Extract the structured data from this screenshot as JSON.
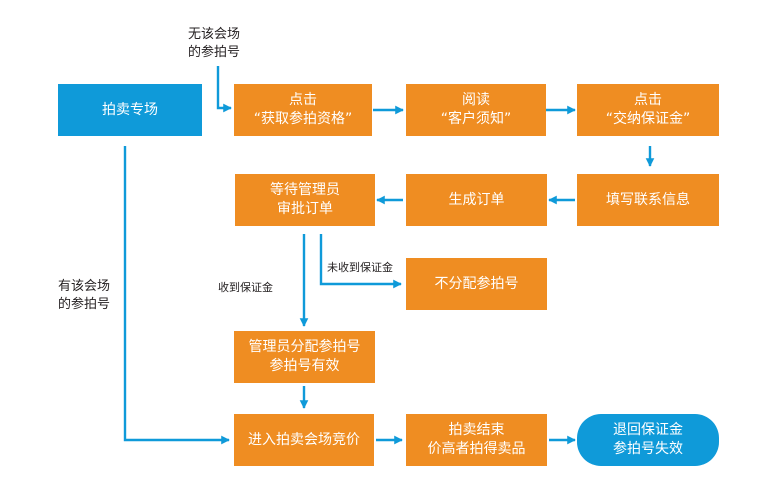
{
  "nodes": {
    "auction_zone": "拍卖专场",
    "click_get_qualification": {
      "line1": "点击",
      "line2": "“获取参拍资格”"
    },
    "read_notice": {
      "line1": "阅读",
      "line2": "“客户须知”"
    },
    "click_pay_deposit": {
      "line1": "点击",
      "line2": "“交纳保证金”"
    },
    "fill_contact": "填写联系信息",
    "generate_order": "生成订单",
    "wait_approval": {
      "line1": "等待管理员",
      "line2": "审批订单"
    },
    "no_number": "不分配参拍号",
    "assign_number": {
      "line1": "管理员分配参拍号",
      "line2": "参拍号有效"
    },
    "enter_bidding": "进入拍卖会场竞价",
    "auction_end": {
      "line1": "拍卖结束",
      "line2": "价高者拍得卖品"
    },
    "refund": {
      "line1": "退回保证金",
      "line2": "参拍号失效"
    }
  },
  "labels": {
    "no_venue_number": {
      "line1": "无该会场",
      "line2": "的参拍号"
    },
    "has_venue_number": {
      "line1": "有该会场",
      "line2": "的参拍号"
    },
    "deposit_received": "收到保证金",
    "deposit_not_received": "未收到保证金"
  },
  "colors": {
    "process_box": "#ef8d22",
    "start_end_box": "#0f9ad9",
    "connector": "#0f9ad9",
    "text_on_box": "#ffffff",
    "label_text": "#231f20"
  }
}
